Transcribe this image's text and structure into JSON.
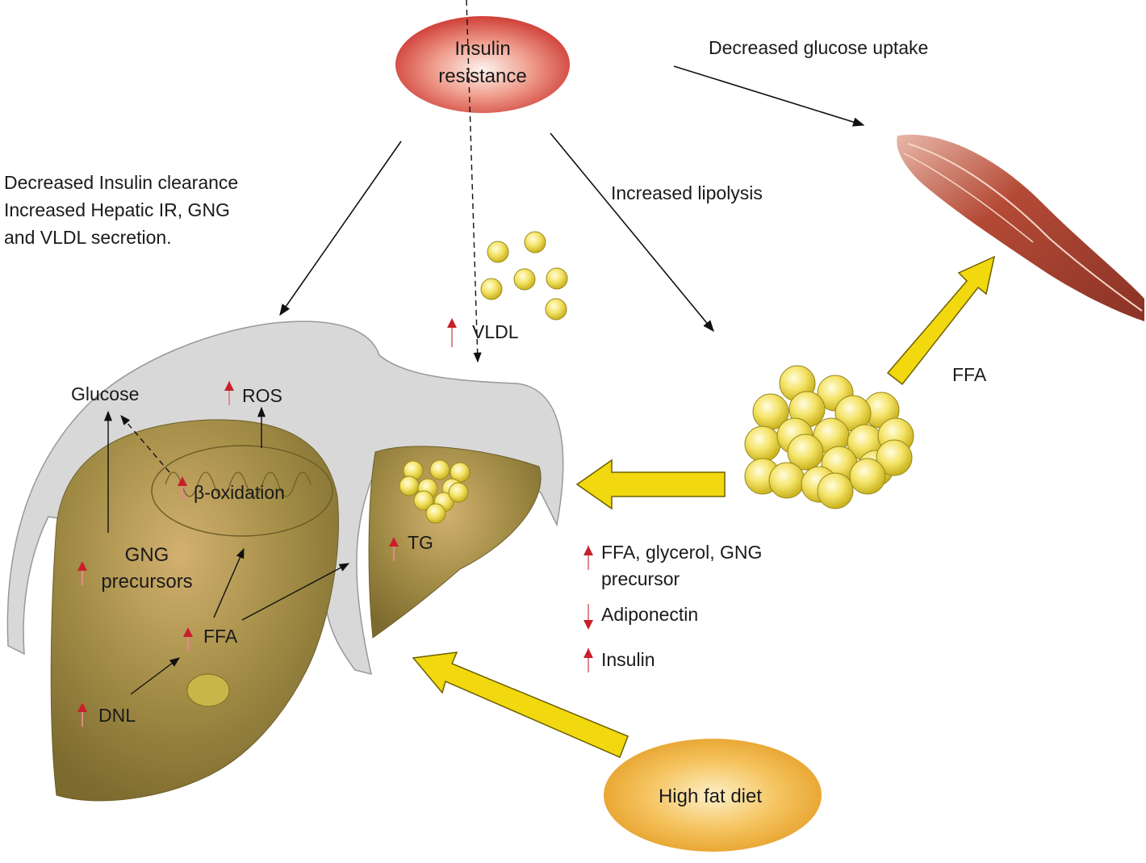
{
  "colors": {
    "insulin_resistance": "#d9453a",
    "high_fat_diet": "#eaa52a",
    "liver_tissue": "#9a8640",
    "liver_capsule": "#d4d4d4",
    "fat_droplet": "#f3e25a",
    "yellow_arrow": "#f1d80f",
    "muscle": "#b5523e",
    "increase_arrow": "#c8202a"
  },
  "nodes": {
    "insulin_resistance": [
      "Insulin",
      "resistance"
    ],
    "high_fat_diet": "High fat diet"
  },
  "labels": {
    "decreased_glucose_uptake": "Decreased glucose uptake",
    "increased_lipolysis": "Increased lipolysis",
    "hepatic": [
      "Decreased Insulin clearance",
      "Increased Hepatic IR, GNG",
      "and VLDL secretion."
    ],
    "vldl": "VLDL",
    "ffa_muscle": "FFA",
    "glucose": "Glucose",
    "ros": "ROS",
    "beta_oxidation": "β-oxidation",
    "tg": "TG",
    "gng": [
      "GNG",
      "precursors"
    ],
    "ffa_liver": "FFA",
    "dnl": "DNL",
    "adipose_effects": [
      {
        "text": [
          "FFA, glycerol, GNG",
          "precursor"
        ],
        "direction": "up"
      },
      {
        "text": [
          "Adiponectin"
        ],
        "direction": "down"
      },
      {
        "text": [
          "Insulin"
        ],
        "direction": "up"
      }
    ]
  }
}
